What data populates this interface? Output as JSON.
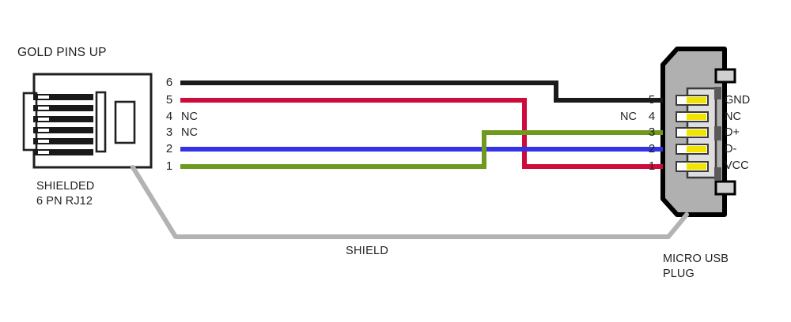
{
  "diagram": {
    "title_left": "GOLD PINS UP",
    "caption_left_line1": "SHIELDED",
    "caption_left_line2": "6 PN RJ12",
    "caption_right_line1": "MICRO USB",
    "caption_right_line2": "PLUG",
    "shield_label": "SHIELD",
    "background": "#ffffff",
    "outline_color": "#231f20",
    "text_color": "#231f20"
  },
  "colors": {
    "black_wire": "#1a1a1a",
    "red_wire": "#cf0a3c",
    "blue_wire": "#3232e6",
    "green_wire": "#6f9a1e",
    "shield_wire": "#b3b3b3",
    "usb_body": "#b0b0b0",
    "usb_inner": "#d9d9d9",
    "contact_gold": "#f2e300",
    "contact_pad": "#ffffff",
    "nc_text": "#231f20"
  },
  "rj12": {
    "name": "6 PN RJ12",
    "pin_count": 6,
    "pins": [
      {
        "number": "6",
        "signal": "",
        "wire_color": "black_wire",
        "connected": true
      },
      {
        "number": "5",
        "signal": "",
        "wire_color": "red_wire",
        "connected": true
      },
      {
        "number": "4",
        "signal": "NC",
        "wire_color": "",
        "connected": false
      },
      {
        "number": "3",
        "signal": "NC",
        "wire_color": "",
        "connected": false
      },
      {
        "number": "2",
        "signal": "",
        "wire_color": "blue_wire",
        "connected": true
      },
      {
        "number": "1",
        "signal": "",
        "wire_color": "green_wire",
        "connected": true
      }
    ]
  },
  "micro_usb": {
    "name": "MICRO USB PLUG",
    "pin_count": 5,
    "pins": [
      {
        "number": "5",
        "signal": "GND",
        "wire_color": "black_wire",
        "connected": true
      },
      {
        "number": "4",
        "signal": "NC",
        "wire_color": "",
        "connected": false
      },
      {
        "number": "3",
        "signal": "D+",
        "wire_color": "green_wire",
        "connected": true
      },
      {
        "number": "2",
        "signal": "D-",
        "wire_color": "blue_wire",
        "connected": true
      },
      {
        "number": "1",
        "signal": "VCC",
        "wire_color": "red_wire",
        "connected": true
      }
    ]
  },
  "connections": [
    {
      "from_pin": "6",
      "to_pin": "5",
      "to_signal": "GND",
      "color": "black_wire"
    },
    {
      "from_pin": "5",
      "to_pin": "1",
      "to_signal": "VCC",
      "color": "red_wire"
    },
    {
      "from_pin": "2",
      "to_pin": "2",
      "to_signal": "D-",
      "color": "blue_wire"
    },
    {
      "from_pin": "1",
      "to_pin": "3",
      "to_signal": "D+",
      "color": "green_wire"
    },
    {
      "from_pin": "shell",
      "to_pin": "shell",
      "to_signal": "SHIELD",
      "color": "shield_wire"
    }
  ]
}
